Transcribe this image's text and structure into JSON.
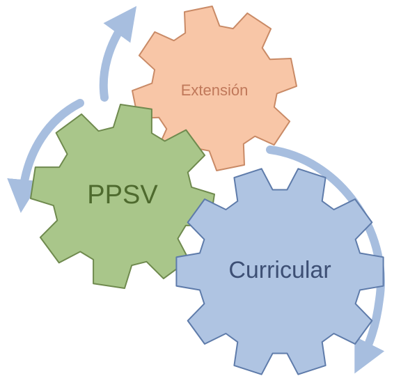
{
  "diagram": {
    "gears": [
      {
        "id": "extension",
        "label": "Extensión",
        "fill": "#F8C6A7",
        "stroke": "#C98A66",
        "text_color": "#C0785A"
      },
      {
        "id": "ppsv",
        "label": "PPSV",
        "fill": "#A9C68A",
        "stroke": "#6F8A4E",
        "text_color": "#4E6A2E"
      },
      {
        "id": "curricular",
        "label": "Curricular",
        "fill": "#AFC4E2",
        "stroke": "#5E7BAA",
        "text_color": "#3D4F74"
      }
    ],
    "arrow_color": "#A7BEDF"
  }
}
